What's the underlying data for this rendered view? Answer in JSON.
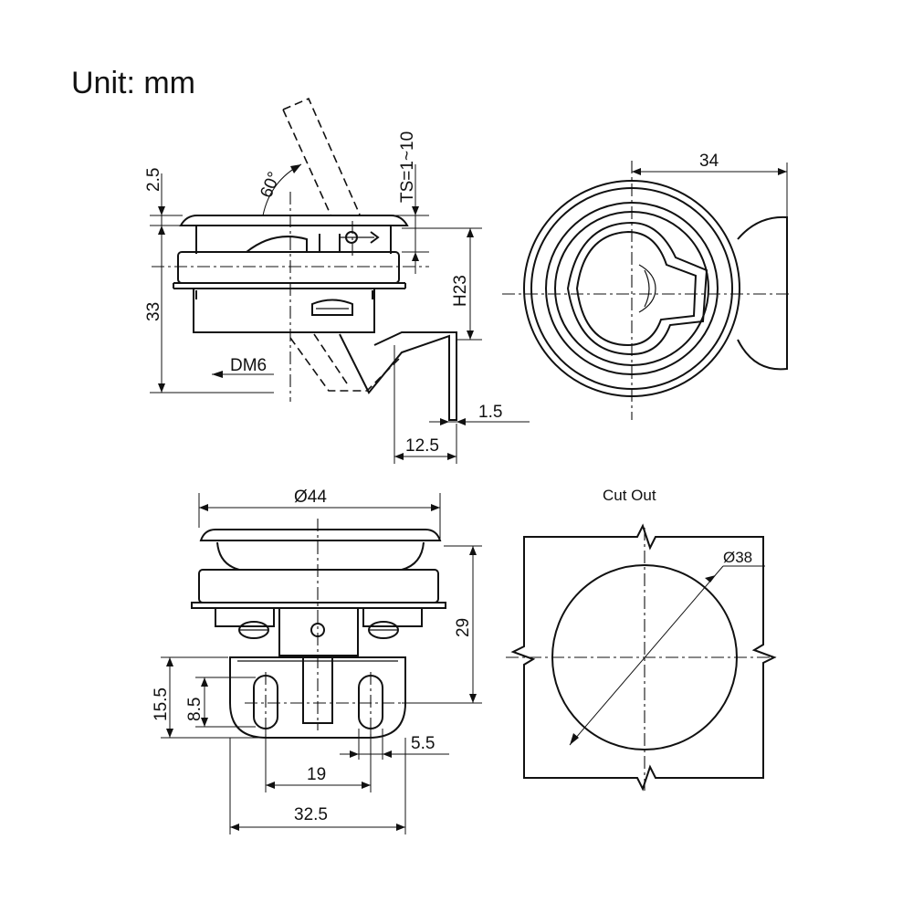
{
  "title": "Unit: mm",
  "views": {
    "side": {
      "angle": "60°",
      "ts": "TS=1~10",
      "dim_2_5": "2.5",
      "dim_33": "33",
      "dim_h23": "H23",
      "dm6": "DM6",
      "dim_1_5": "1.5",
      "dim_12_5": "12.5"
    },
    "top": {
      "dim_34": "34"
    },
    "front": {
      "dia44": "Ø44",
      "dim_29": "29",
      "dim_15_5": "15.5",
      "dim_8_5": "8.5",
      "dim_5_5": "5.5",
      "dim_19": "19",
      "dim_32_5": "32.5"
    },
    "cutout": {
      "label": "Cut Out",
      "dia38": "Ø38"
    }
  }
}
